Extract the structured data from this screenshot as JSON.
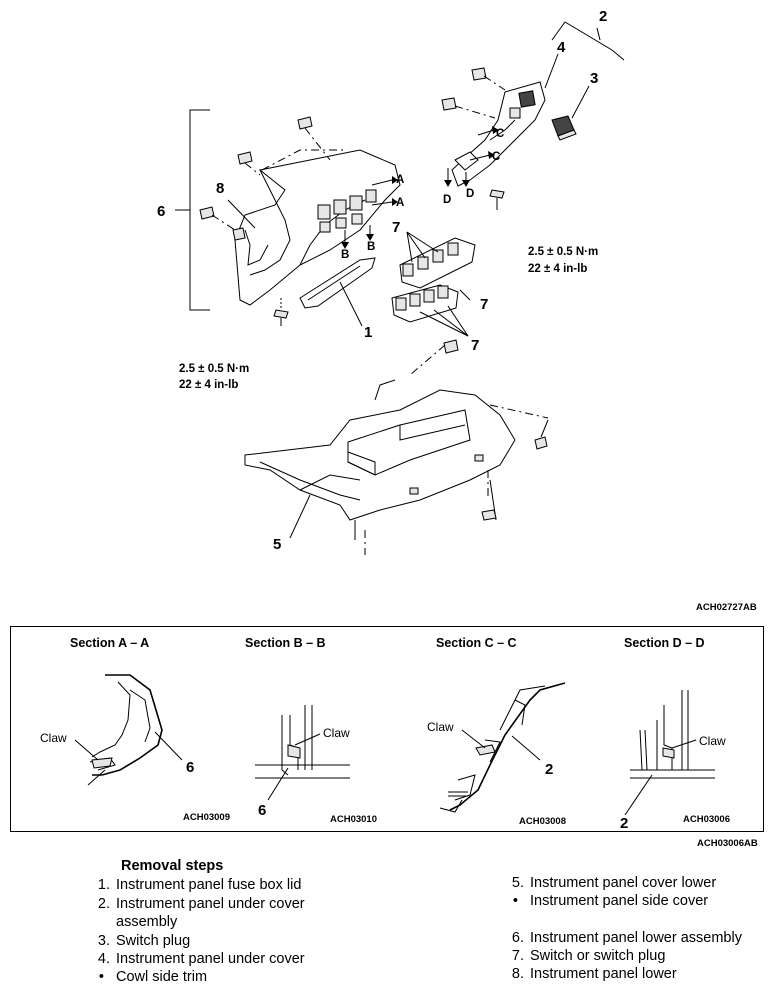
{
  "diagram": {
    "labels": {
      "l1": "1",
      "l2": "2",
      "l3": "3",
      "l4": "4",
      "l5": "5",
      "l6": "6",
      "l7a": "7",
      "l7b": "7",
      "l7c": "7",
      "l8": "8"
    },
    "arrow_letters": {
      "a1": "A",
      "a2": "A",
      "b1": "B",
      "b2": "B",
      "c1": "C",
      "c2": "C",
      "d1": "D",
      "d2": "D"
    },
    "torque_left": {
      "line1": "2.5 ± 0.5 N·m",
      "line2": "22 ± 4 in-lb"
    },
    "torque_right": {
      "line1": "2.5 ± 0.5 N·m",
      "line2": "22 ± 4 in-lb"
    },
    "code": "ACH02727AB"
  },
  "sections": {
    "a": {
      "title": "Section A – A",
      "claw": "Claw",
      "part": "6",
      "code": "ACH03009"
    },
    "b": {
      "title": "Section B – B",
      "claw": "Claw",
      "part": "6",
      "code": "ACH03010"
    },
    "c": {
      "title": "Section C – C",
      "claw": "Claw",
      "part": "2",
      "code": "ACH03008"
    },
    "d": {
      "title": "Section D – D",
      "claw": "Claw",
      "part": "2",
      "code": "ACH03006"
    },
    "code": "ACH03006AB"
  },
  "removal": {
    "heading": "Removal steps",
    "steps": [
      {
        "num": "1.",
        "text": "Instrument panel fuse box lid"
      },
      {
        "num": "2.",
        "text": "Instrument panel under cover"
      },
      {
        "num": "",
        "text": "assembly"
      },
      {
        "num": "3.",
        "text": "Switch plug"
      },
      {
        "num": "4.",
        "text": "Instrument panel under cover"
      },
      {
        "num": "•",
        "text": "Cowl side trim"
      },
      {
        "num": "5.",
        "text": "Instrument panel cover lower"
      },
      {
        "num": "•",
        "text": "Instrument panel side cover"
      },
      {
        "num": "6.",
        "text": "Instrument panel lower assembly"
      },
      {
        "num": "7.",
        "text": "Switch or switch plug"
      },
      {
        "num": "8.",
        "text": "Instrument panel lower"
      }
    ]
  }
}
